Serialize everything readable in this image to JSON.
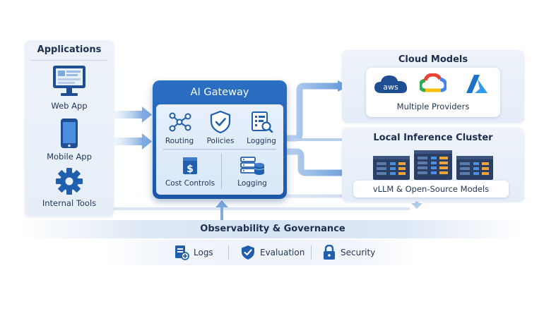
{
  "applications": {
    "title": "Applications",
    "items": [
      {
        "label": "Web App",
        "icon": "monitor-icon"
      },
      {
        "label": "Mobile App",
        "icon": "smartphone-icon"
      },
      {
        "label": "Internal Tools",
        "icon": "gear-icon"
      }
    ]
  },
  "gateway": {
    "title": "AI Gateway",
    "cells": [
      {
        "label": "Routing",
        "icon": "network-icon"
      },
      {
        "label": "Policies",
        "icon": "shield-check-icon"
      },
      {
        "label": "Logging",
        "icon": "log-search-icon"
      },
      {
        "label": "Cost Controls",
        "icon": "dollar-doc-icon"
      },
      {
        "label": "Logging",
        "icon": "database-icon"
      }
    ]
  },
  "cloud_models": {
    "title": "Cloud Models",
    "providers_label": "Multiple Providers",
    "provider_logos": [
      "aws",
      "google-cloud-logo",
      "azure-logo"
    ]
  },
  "local_cluster": {
    "title": "Local Inference Cluster",
    "models_label": "vLLM & Open-Source Models",
    "server_icon": "server-rack-icon"
  },
  "observability": {
    "title": "Observability & Governance",
    "items": [
      {
        "label": "Logs",
        "icon": "logs-icon"
      },
      {
        "label": "Evaluation",
        "icon": "shield-check-icon"
      },
      {
        "label": "Security",
        "icon": "lock-icon"
      }
    ]
  },
  "colors": {
    "gateway_blue": "#1b58a8",
    "panel_bg": "#eaf0f9",
    "arrow_blue": "#8fb6e6",
    "text_dark": "#1e2f4e"
  }
}
